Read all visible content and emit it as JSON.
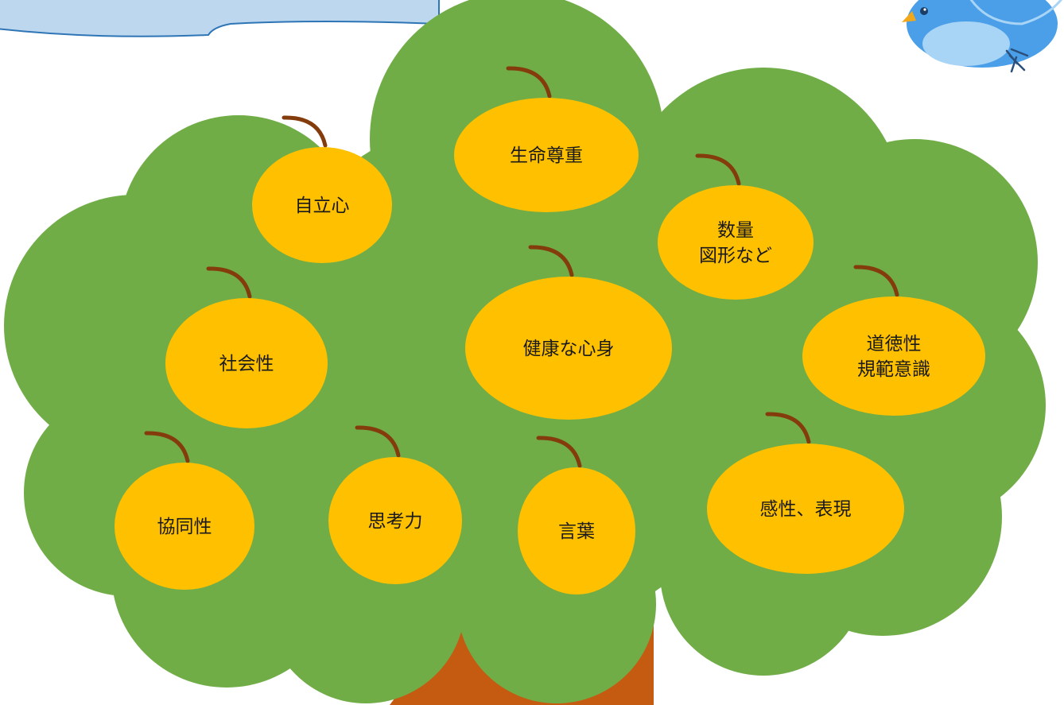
{
  "colors": {
    "canopy": "#70ad47",
    "trunk": "#c55a11",
    "fruit": "#ffc000",
    "stem": "#843c0c",
    "banner_fill": "#bdd7ee",
    "banner_stroke": "#2e75b6",
    "bird_body": "#4a9fe8",
    "bird_belly": "#a8d4f5",
    "bird_beak": "#f2a81d"
  },
  "fruits": [
    {
      "id": "life",
      "lines": [
        "生命尊重"
      ]
    },
    {
      "id": "independence",
      "lines": [
        "自立心"
      ]
    },
    {
      "id": "numbers",
      "lines": [
        "数量",
        "図形など"
      ]
    },
    {
      "id": "social",
      "lines": [
        "社会性"
      ]
    },
    {
      "id": "health",
      "lines": [
        "健康な心身"
      ]
    },
    {
      "id": "morality",
      "lines": [
        "道徳性",
        "規範意識"
      ]
    },
    {
      "id": "cooperation",
      "lines": [
        "協同性"
      ]
    },
    {
      "id": "thinking",
      "lines": [
        "思考力"
      ]
    },
    {
      "id": "words",
      "lines": [
        "言葉"
      ]
    },
    {
      "id": "expression",
      "lines": [
        "感性、表現"
      ]
    }
  ]
}
